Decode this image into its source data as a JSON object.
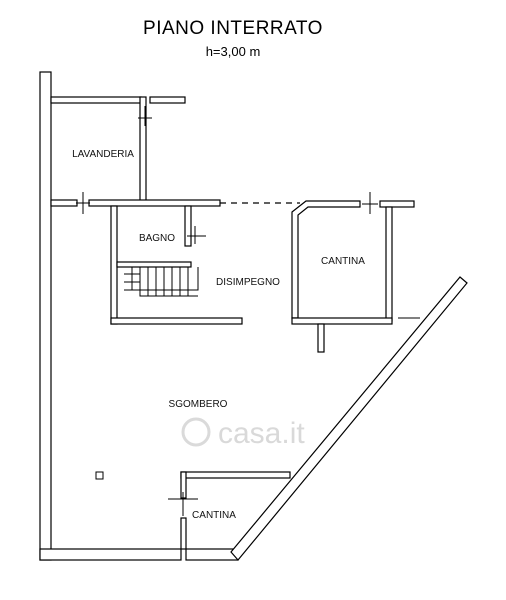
{
  "plan": {
    "title": "PIANO INTERRATO",
    "height_note": "h=3,00 m"
  },
  "rooms": {
    "lavanderia": "LAVANDERIA",
    "bagno": "BAGNO",
    "disimpegno": "DISIMPEGNO",
    "cantina_1": "CANTINA",
    "sgombero": "SGOMBERO",
    "cantina_2": "CANTINA"
  },
  "watermark": {
    "text": "casa.it"
  }
}
